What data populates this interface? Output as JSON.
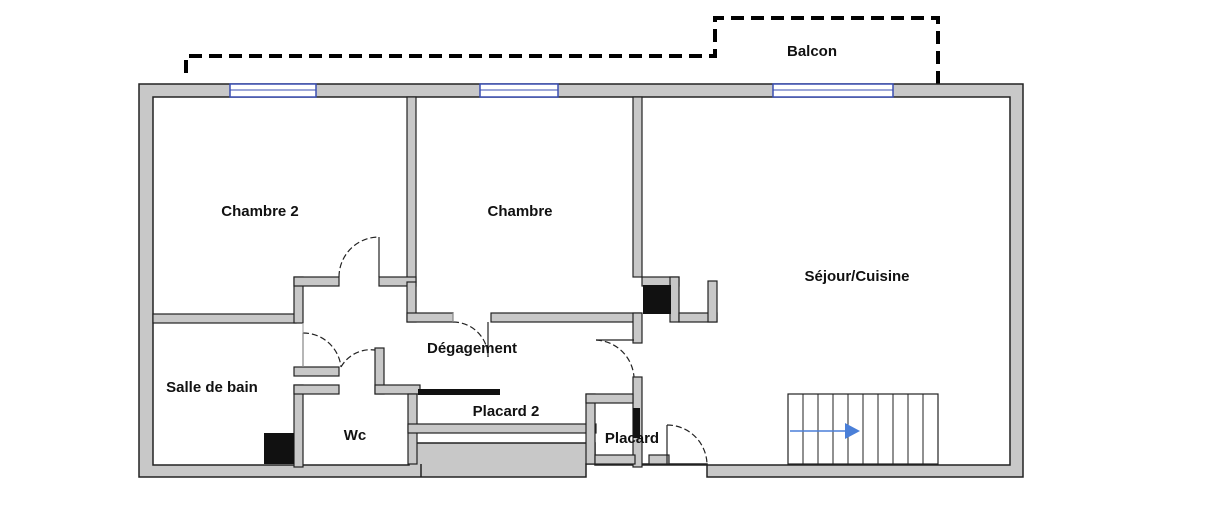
{
  "plan": {
    "colors": {
      "wall_fill": "#c8c8c8",
      "wall_stroke": "#222222",
      "window": "#3a4fb3",
      "duct": "#111111",
      "arrow": "#4a7fd8",
      "balcony_outline": "#000000"
    },
    "rooms": {
      "balcon": "Balcon",
      "chambre_2": "Chambre 2",
      "chambre": "Chambre",
      "sejour_cuisine": "Séjour/Cuisine",
      "degagement": "Dégagement",
      "salle_de_bain": "Salle de bain",
      "wc": "Wc",
      "placard_2": "Placard 2",
      "placard": "Placard"
    }
  }
}
